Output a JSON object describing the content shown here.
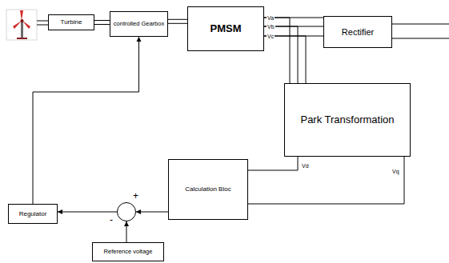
{
  "diagram": {
    "nodes": [
      {
        "text": [
          "Turbine"
        ]
      },
      {
        "text": [
          "controlled Gearbox"
        ]
      },
      {
        "text": [
          "PMSM"
        ]
      },
      {
        "text": [
          "Rectifier"
        ]
      },
      {
        "text": [
          "Park Transformation"
        ]
      },
      {
        "text": [
          "Calculation Bloc"
        ]
      },
      {
        "text": [
          "-",
          "+"
        ]
      },
      {
        "text": [
          "Regulator"
        ]
      },
      {
        "text": [
          "Reference voltage"
        ]
      }
    ],
    "edges": [
      {
        "from": 0,
        "to": 1,
        "arrow": "none"
      },
      {
        "from": 1,
        "to": 2,
        "arrow": "none"
      },
      {
        "from": 2,
        "to": 3,
        "label": "Va",
        "arrow": "none"
      },
      {
        "from": 2,
        "to": 3,
        "label": "Vb",
        "arrow": "none"
      },
      {
        "from": 2,
        "to": 3,
        "label": "Vc",
        "arrow": "none"
      },
      {
        "from": 2,
        "to": 4,
        "arrow": "none"
      },
      {
        "from": 2,
        "to": 4,
        "arrow": "none"
      },
      {
        "from": 2,
        "to": 4,
        "arrow": "none"
      },
      {
        "from": 4,
        "to": 5,
        "label": "Vd",
        "arrow": "none"
      },
      {
        "from": 4,
        "to": 5,
        "label": "Vq",
        "arrow": "none"
      },
      {
        "from": 5,
        "to": 6,
        "arrow": "to"
      },
      {
        "from": 6,
        "to": 7,
        "arrow": "to"
      },
      {
        "from": 7,
        "to": 1,
        "arrow": "to"
      },
      {
        "from": 8,
        "to": 6,
        "arrow": "to"
      }
    ]
  }
}
